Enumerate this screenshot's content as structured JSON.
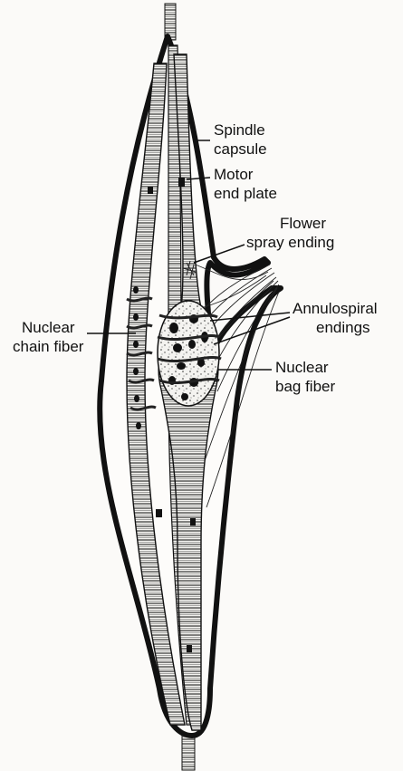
{
  "labels": {
    "spindle_capsule": [
      "Spindle",
      "capsule"
    ],
    "motor_end_plate": [
      "Motor",
      "end plate"
    ],
    "flower_spray_ending": [
      "Flower",
      "spray ending"
    ],
    "annulospiral_endings": [
      "Annulospiral",
      "endings"
    ],
    "nuclear_chain_fiber": [
      "Nuclear",
      "chain fiber"
    ],
    "nuclear_bag_fiber": [
      "Nuclear",
      "bag fiber"
    ]
  },
  "colors": {
    "ink": "#111111",
    "paper": "#fbfaf8"
  }
}
